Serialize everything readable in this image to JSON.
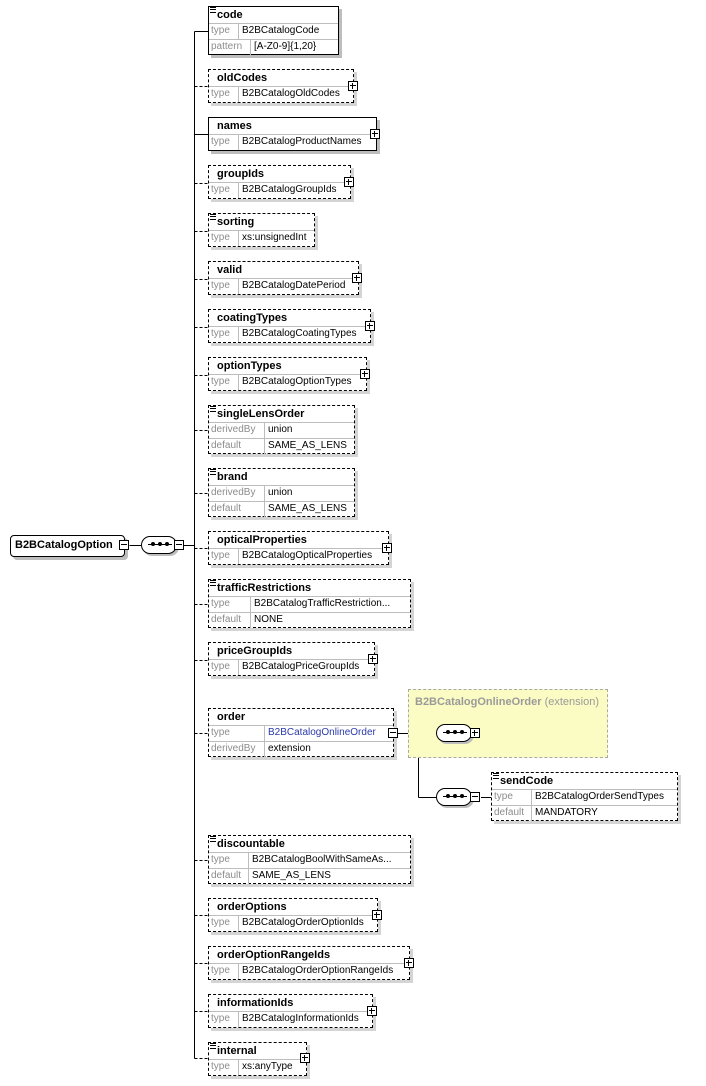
{
  "root": {
    "name": "B2BCatalogOption"
  },
  "elements": [
    {
      "name": "code",
      "rows": [
        [
          "type",
          "B2BCatalogCode"
        ],
        [
          "pattern",
          "[A-Z0-9]{1,20}"
        ]
      ]
    },
    {
      "name": "oldCodes",
      "rows": [
        [
          "type",
          "B2BCatalogOldCodes"
        ]
      ]
    },
    {
      "name": "names",
      "rows": [
        [
          "type",
          "B2BCatalogProductNames"
        ]
      ]
    },
    {
      "name": "groupIds",
      "rows": [
        [
          "type",
          "B2BCatalogGroupIds"
        ]
      ]
    },
    {
      "name": "sorting",
      "rows": [
        [
          "type",
          "xs:unsignedInt"
        ]
      ]
    },
    {
      "name": "valid",
      "rows": [
        [
          "type",
          "B2BCatalogDatePeriod"
        ]
      ]
    },
    {
      "name": "coatingTypes",
      "rows": [
        [
          "type",
          "B2BCatalogCoatingTypes"
        ]
      ]
    },
    {
      "name": "optionTypes",
      "rows": [
        [
          "type",
          "B2BCatalogOptionTypes"
        ]
      ]
    },
    {
      "name": "singleLensOrder",
      "rows": [
        [
          "derivedBy",
          "union"
        ],
        [
          "default",
          "SAME_AS_LENS"
        ]
      ]
    },
    {
      "name": "brand",
      "rows": [
        [
          "derivedBy",
          "union"
        ],
        [
          "default",
          "SAME_AS_LENS"
        ]
      ]
    },
    {
      "name": "opticalProperties",
      "rows": [
        [
          "type",
          "B2BCatalogOpticalProperties"
        ]
      ]
    },
    {
      "name": "trafficRestrictions",
      "rows": [
        [
          "type",
          "B2BCatalogTrafficRestriction..."
        ],
        [
          "default",
          "NONE"
        ]
      ]
    },
    {
      "name": "priceGroupIds",
      "rows": [
        [
          "type",
          "B2BCatalogPriceGroupIds"
        ]
      ]
    },
    {
      "name": "order",
      "rows": [
        [
          "type",
          "B2BCatalogOnlineOrder"
        ],
        [
          "derivedBy",
          "extension"
        ]
      ]
    },
    {
      "name": "discountable",
      "rows": [
        [
          "type",
          "B2BCatalogBoolWithSameAs..."
        ],
        [
          "default",
          "SAME_AS_LENS"
        ]
      ]
    },
    {
      "name": "orderOptions",
      "rows": [
        [
          "type",
          "B2BCatalogOrderOptionIds"
        ]
      ]
    },
    {
      "name": "orderOptionRangeIds",
      "rows": [
        [
          "type",
          "B2BCatalogOrderOptionRangeIds"
        ]
      ]
    },
    {
      "name": "informationIds",
      "rows": [
        [
          "type",
          "B2BCatalogInformationIds"
        ]
      ]
    },
    {
      "name": "internal",
      "rows": [
        [
          "type",
          "xs:anyType"
        ]
      ]
    },
    {
      "name": "sendCode",
      "rows": [
        [
          "type",
          "B2BCatalogOrderSendTypes"
        ],
        [
          "default",
          "MANDATORY"
        ]
      ]
    }
  ],
  "extension": {
    "base": "B2BCatalogOnlineOrder",
    "label": "(extension)"
  }
}
